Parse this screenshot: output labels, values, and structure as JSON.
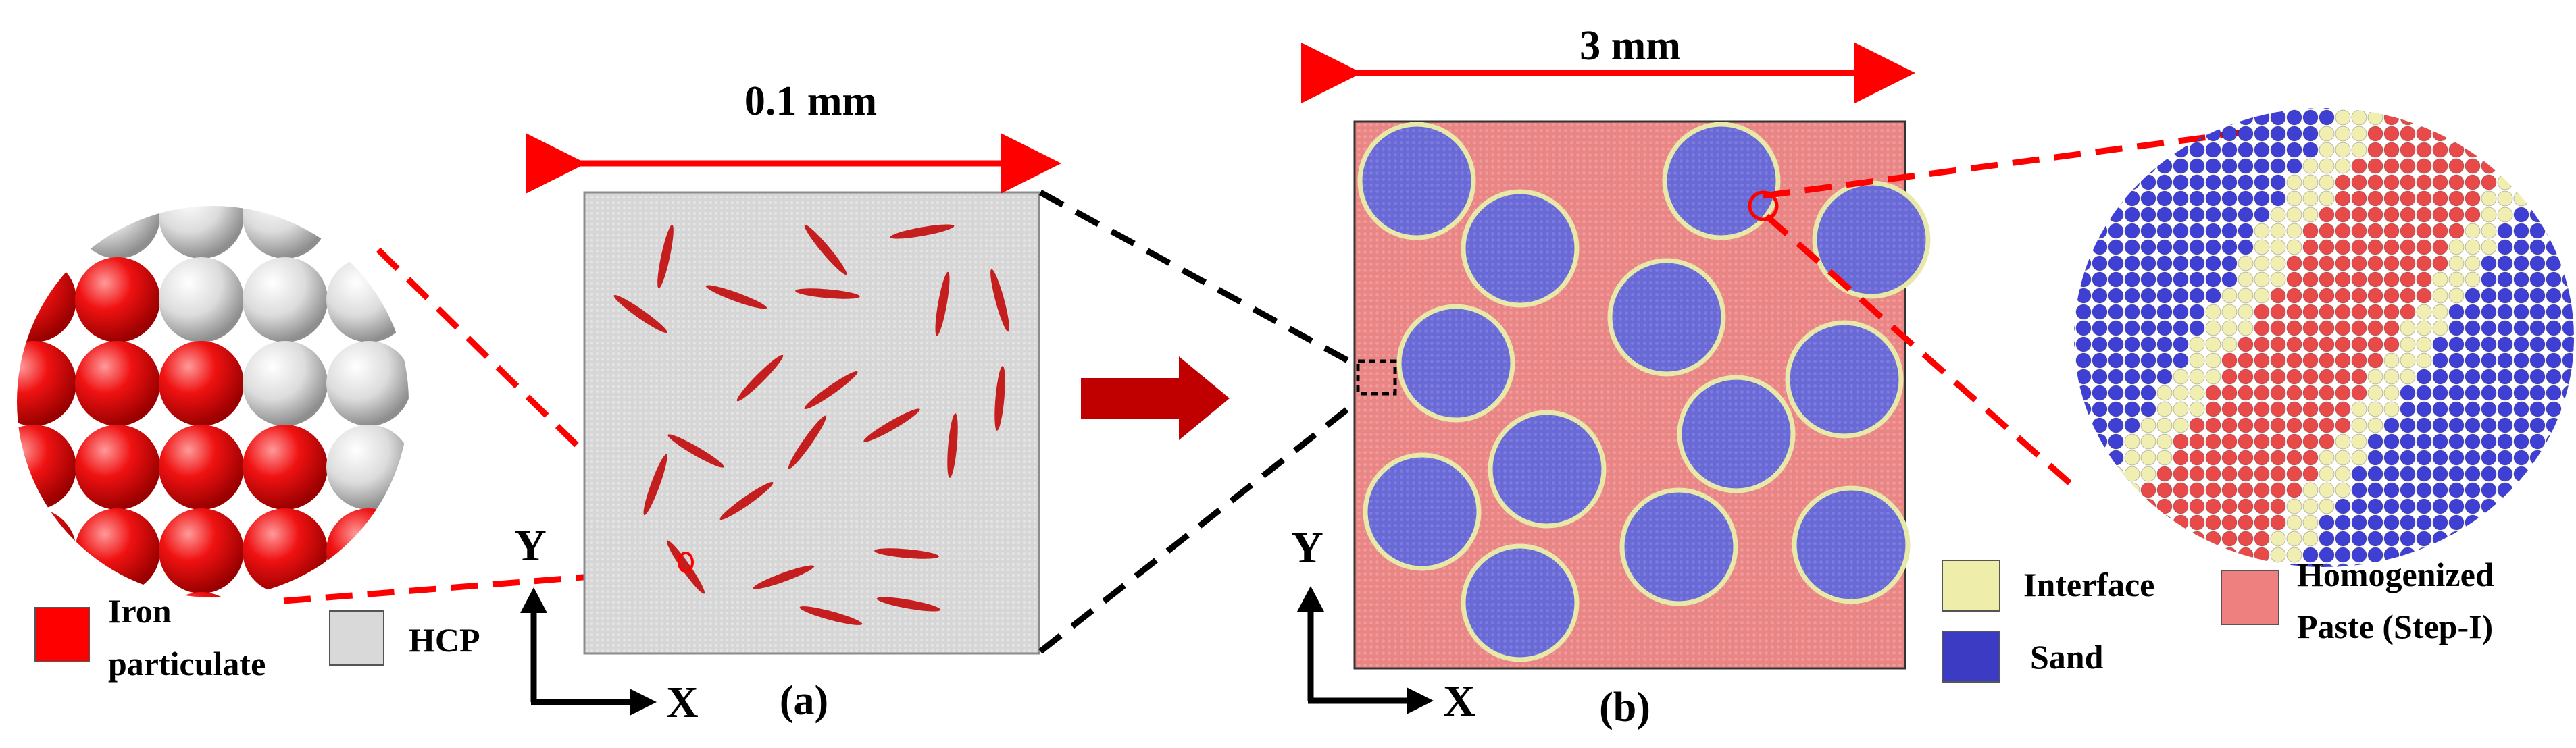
{
  "panel_a": {
    "scale_label": "0.1 mm",
    "caption": "(a)",
    "axis_x": "X",
    "axis_y": "Y"
  },
  "panel_b": {
    "scale_label": "3 mm",
    "caption": "(b)",
    "axis_x": "X",
    "axis_y": "Y"
  },
  "legend_a": [
    {
      "label_lines": [
        "Iron",
        "particulate"
      ],
      "color": "#ff0000"
    },
    {
      "label_lines": [
        "HCP"
      ],
      "color": "#d9d9d9"
    }
  ],
  "legend_b": [
    {
      "label_lines": [
        "Interface"
      ],
      "color": "#eeeeaa"
    },
    {
      "label_lines": [
        "Sand"
      ],
      "color": "#3b3bc4"
    },
    {
      "label_lines": [
        "Homogenized",
        "Paste (Step-I)"
      ],
      "color": "#ee8080"
    }
  ],
  "colors": {
    "iron": "#d21e1e",
    "hcp": "#d6d6d6",
    "paste": "#e98585",
    "sand": "#6a6ad6",
    "interface": "#e8e8a8",
    "arrow_red": "#c00000",
    "dashed_red": "#ff0000"
  }
}
